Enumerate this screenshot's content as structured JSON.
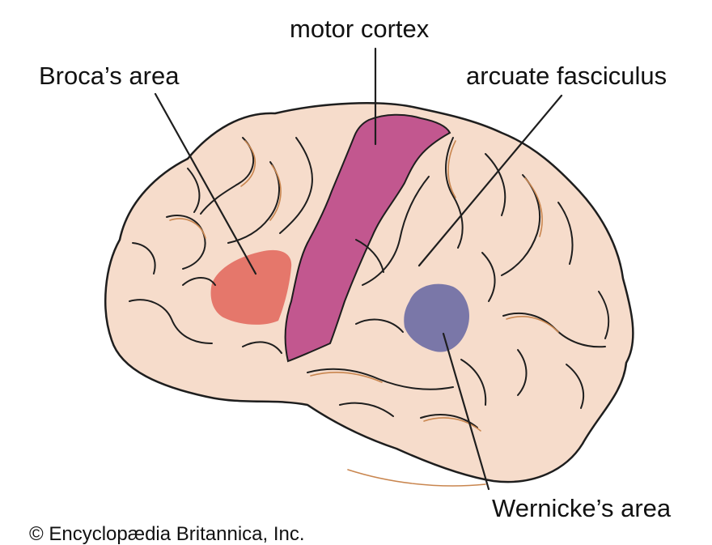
{
  "labels": {
    "motor_cortex": "motor cortex",
    "brocas_area": "Broca’s area",
    "arcuate_fasciculus": "arcuate fasciculus",
    "wernickes_area": "Wernicke’s area"
  },
  "copyright": "© Encyclopædia Britannica, Inc.",
  "colors": {
    "brain_fill": "#f6dccb",
    "brain_outline": "#1e1e1e",
    "fold_shadow": "#c9864f",
    "motor_cortex": "#c2578f",
    "brocas_area": "#e5776b",
    "wernickes_area": "#7a77a8",
    "leader_line": "#1e1e1e"
  }
}
